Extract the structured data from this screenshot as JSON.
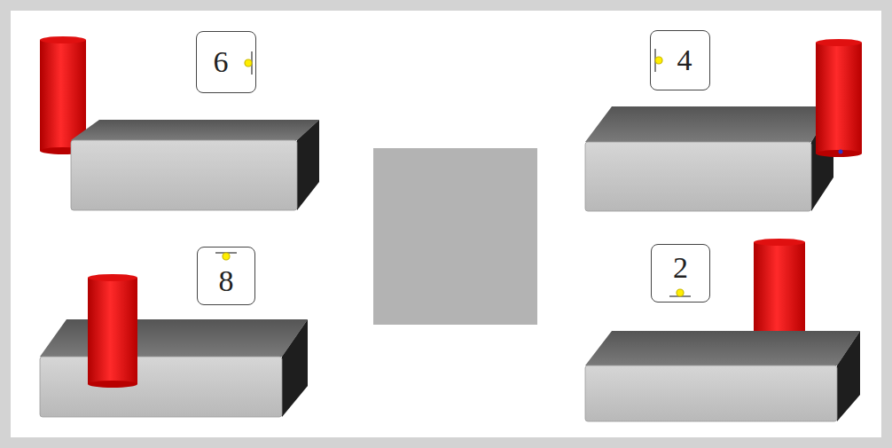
{
  "diagram": {
    "nodes": [
      {
        "text": [
          "6"
        ]
      },
      {
        "text": [
          "4"
        ]
      },
      {
        "text": [
          "8"
        ]
      },
      {
        "text": [
          "2"
        ]
      }
    ]
  }
}
